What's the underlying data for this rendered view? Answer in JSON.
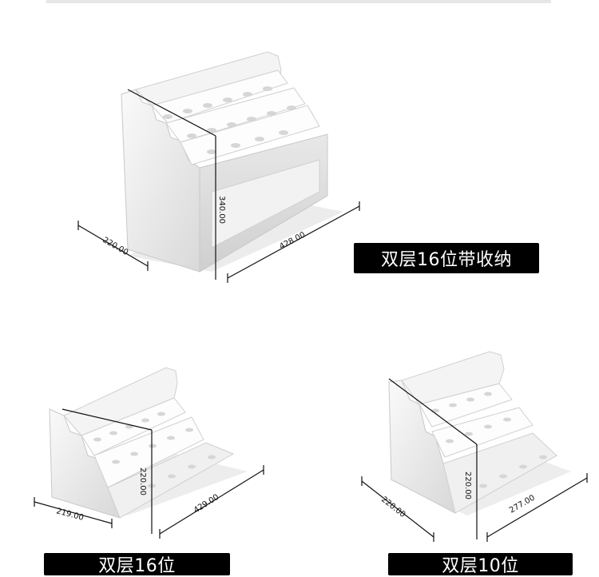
{
  "products": [
    {
      "label": "双层16位带收纳",
      "dims": {
        "depth": "220.00",
        "height": "340.00",
        "width": "428.00"
      }
    },
    {
      "label": "双层16位",
      "dims": {
        "depth": "219.00",
        "height": "220.00",
        "width": "429.00"
      }
    },
    {
      "label": "双层10位",
      "dims": {
        "depth": "220.00",
        "height": "220.00",
        "width": "277.00"
      }
    }
  ]
}
